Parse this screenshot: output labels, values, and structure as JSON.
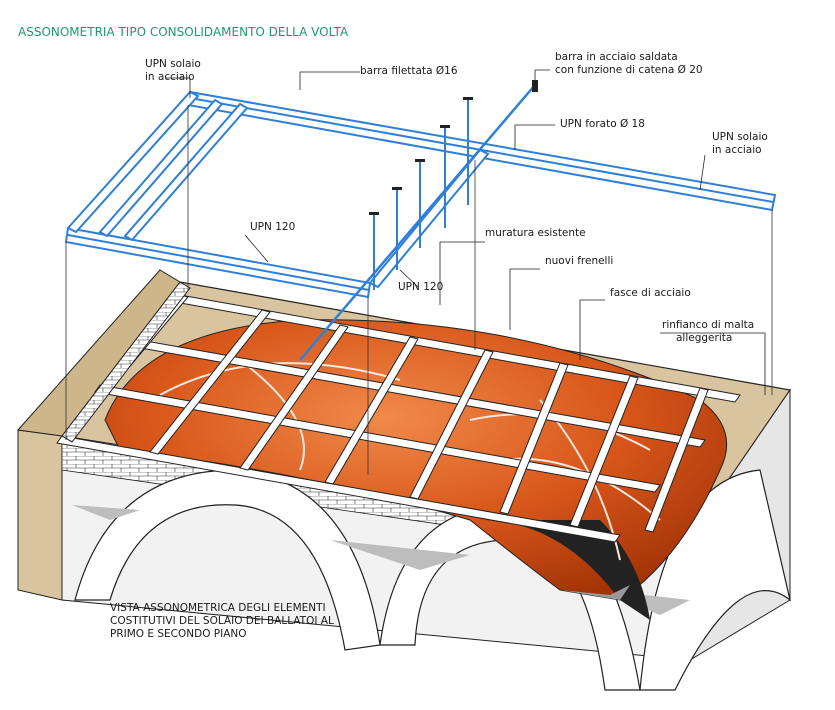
{
  "title": "ASSONOMETRIA TIPO CONSOLIDAMENTO DELLA VOLTA",
  "labels": {
    "upn_solaio_left": [
      "UPN solaio",
      "in acciaio"
    ],
    "barra_filettata": "barra filettata Ø16",
    "barra_saldata": [
      "barra in acciaio saldata",
      "con funzione di catena Ø 20"
    ],
    "upn_forato": "UPN forato Ø 18",
    "upn_solaio_right": [
      "UPN solaio",
      "in acciaio"
    ],
    "upn_120_a": "UPN 120",
    "upn_120_b": "UPN 120",
    "muratura": "muratura esistente",
    "frenelli": "nuovi frenelli",
    "fasce": "fasce di acciaio",
    "rinfianco": [
      "rinfianco di malta",
      "alleggerita"
    ]
  },
  "caption": [
    "VISTA ASSONOMETRICA DEGLI ELEMENTI",
    "COSTITUTIVI DEL SOLAIO DEI BALLATOI AL",
    "PRIMO E SECONDO PIANO"
  ],
  "colors": {
    "title": "#1f9a6e",
    "steel_beam": "#2f7fd6",
    "masonry": "#d8c49f",
    "vault": "#d8561a",
    "vault_dark": "#a43408",
    "frenelli": "#ffffff",
    "lines": "#1a1a1a"
  }
}
